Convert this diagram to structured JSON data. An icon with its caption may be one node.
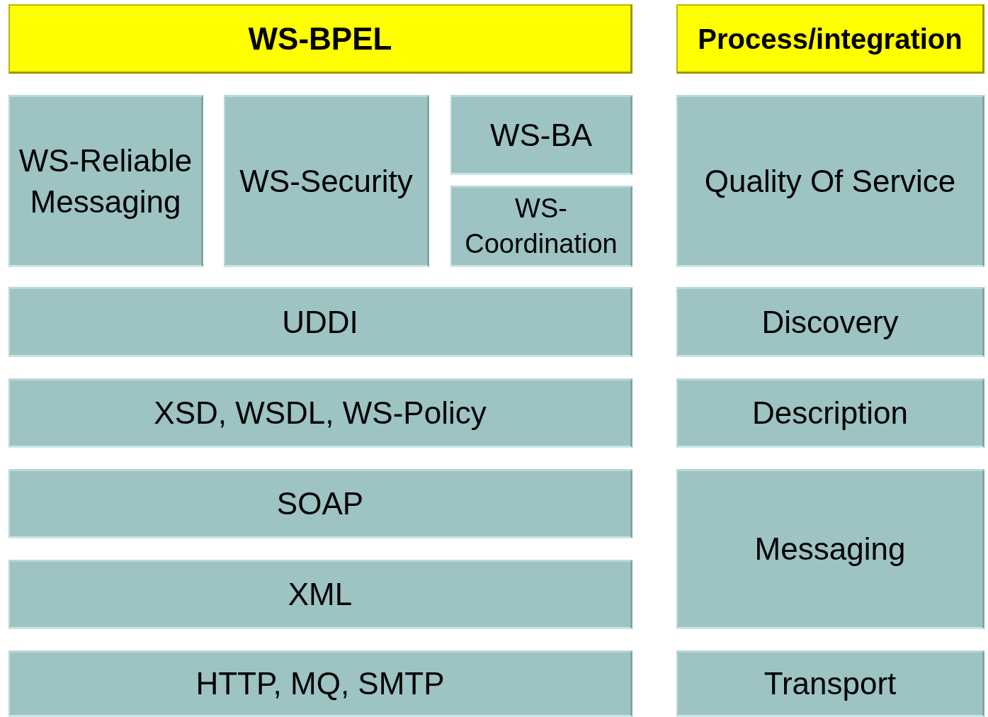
{
  "diagram": {
    "nodes": [
      {
        "text": [
          "WS-BPEL"
        ]
      },
      {
        "text": [
          "Process/integration"
        ]
      },
      {
        "text": [
          "WS-Reliable Messaging"
        ]
      },
      {
        "text": [
          "WS-Security"
        ]
      },
      {
        "text": [
          "WS-BA"
        ]
      },
      {
        "text": [
          "WS-Coordination"
        ]
      },
      {
        "text": [
          "Quality Of Service"
        ]
      },
      {
        "text": [
          "UDDI"
        ]
      },
      {
        "text": [
          "Discovery"
        ]
      },
      {
        "text": [
          "XSD, WSDL, WS-Policy"
        ]
      },
      {
        "text": [
          "Description"
        ]
      },
      {
        "text": [
          "SOAP"
        ]
      },
      {
        "text": [
          "Messaging"
        ]
      },
      {
        "text": [
          "XML"
        ]
      },
      {
        "text": [
          "HTTP, MQ, SMTP"
        ]
      },
      {
        "text": [
          "Transport"
        ]
      }
    ]
  }
}
